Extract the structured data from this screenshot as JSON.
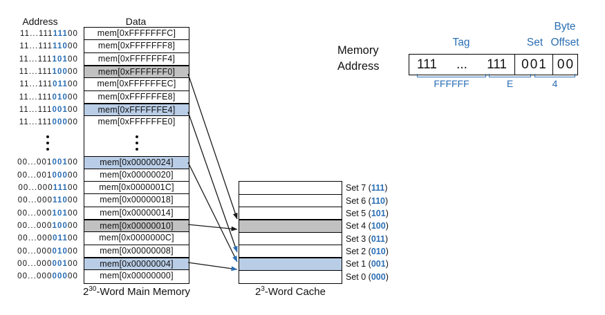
{
  "colors": {
    "accent_blue": "#2A6EB4",
    "row_blue": "#B9CDE6",
    "row_gray": "#C1C1C1",
    "line": "#1A1A1A"
  },
  "memory": {
    "address_header": "Address",
    "data_header": "Data",
    "caption": {
      "base": "2",
      "exponent": "30",
      "suffix": "-Word Main Memory"
    },
    "top_rows": [
      {
        "tag": "11...111",
        "set": "111",
        "offset": "00",
        "data": "mem[0xFFFFFFFC]",
        "highlight": "none"
      },
      {
        "tag": "11...111",
        "set": "110",
        "offset": "00",
        "data": "mem[0xFFFFFFF8]",
        "highlight": "none"
      },
      {
        "tag": "11...111",
        "set": "101",
        "offset": "00",
        "data": "mem[0xFFFFFFF4]",
        "highlight": "none"
      },
      {
        "tag": "11...111",
        "set": "100",
        "offset": "00",
        "data": "mem[0xFFFFFFF0]",
        "highlight": "gray"
      },
      {
        "tag": "11...111",
        "set": "011",
        "offset": "00",
        "data": "mem[0xFFFFFFEC]",
        "highlight": "none"
      },
      {
        "tag": "11...111",
        "set": "010",
        "offset": "00",
        "data": "mem[0xFFFFFFE8]",
        "highlight": "none"
      },
      {
        "tag": "11...111",
        "set": "001",
        "offset": "00",
        "data": "mem[0xFFFFFFE4]",
        "highlight": "blue"
      },
      {
        "tag": "11...111",
        "set": "000",
        "offset": "00",
        "data": "mem[0xFFFFFFE0]",
        "highlight": "none"
      }
    ],
    "bottom_rows": [
      {
        "tag": "00...001",
        "set": "001",
        "offset": "00",
        "data": "mem[0x00000024]",
        "highlight": "blue"
      },
      {
        "tag": "00...001",
        "set": "000",
        "offset": "00",
        "data": "mem[0x00000020]",
        "highlight": "none"
      },
      {
        "tag": "00...000",
        "set": "111",
        "offset": "00",
        "data": "mem[0x0000001C]",
        "highlight": "none"
      },
      {
        "tag": "00...000",
        "set": "110",
        "offset": "00",
        "data": "mem[0x00000018]",
        "highlight": "none"
      },
      {
        "tag": "00...000",
        "set": "101",
        "offset": "00",
        "data": "mem[0x00000014]",
        "highlight": "none"
      },
      {
        "tag": "00...000",
        "set": "100",
        "offset": "00",
        "data": "mem[0x00000010]",
        "highlight": "gray"
      },
      {
        "tag": "00...000",
        "set": "011",
        "offset": "00",
        "data": "mem[0x0000000C]",
        "highlight": "none"
      },
      {
        "tag": "00...000",
        "set": "010",
        "offset": "00",
        "data": "mem[0x00000008]",
        "highlight": "none"
      },
      {
        "tag": "00...000",
        "set": "001",
        "offset": "00",
        "data": "mem[0x00000004]",
        "highlight": "blue"
      },
      {
        "tag": "00...000",
        "set": "000",
        "offset": "00",
        "data": "mem[0x00000000]",
        "highlight": "none"
      }
    ]
  },
  "cache": {
    "caption": {
      "base": "2",
      "exponent": "3",
      "suffix": "-Word Cache"
    },
    "bits_prefix": " (",
    "bits_suffix": ")",
    "sets": [
      {
        "label": "Set 7",
        "bits": "111",
        "highlight": "none"
      },
      {
        "label": "Set 6",
        "bits": "110",
        "highlight": "none"
      },
      {
        "label": "Set 5",
        "bits": "101",
        "highlight": "none"
      },
      {
        "label": "Set 4",
        "bits": "100",
        "highlight": "gray"
      },
      {
        "label": "Set 3",
        "bits": "011",
        "highlight": "none"
      },
      {
        "label": "Set 2",
        "bits": "010",
        "highlight": "none"
      },
      {
        "label": "Set 1",
        "bits": "001",
        "highlight": "blue"
      },
      {
        "label": "Set 0",
        "bits": "000",
        "highlight": "none"
      }
    ]
  },
  "address_breakdown": {
    "label_line1": "Memory",
    "label_line2": "Address",
    "tag_left": "111",
    "tag_dots": "...",
    "tag_right": "111",
    "set": "001",
    "byte_offset": "00",
    "tag_label": "Tag",
    "set_label": "Set",
    "byte_label": "Byte",
    "offset_label": "Offset",
    "tag_hex": "FFFFFF",
    "set_hex": "E",
    "offset_hex": "4"
  }
}
